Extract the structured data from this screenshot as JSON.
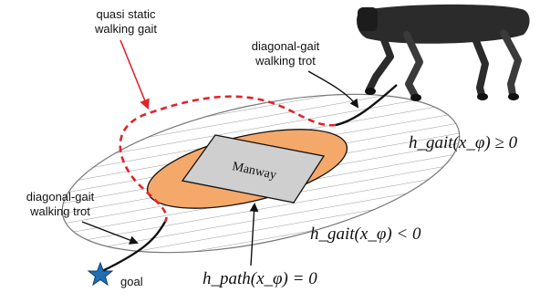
{
  "labels": {
    "quasi_static_line1": "quasi static",
    "quasi_static_line2": "walking gait",
    "trot_top_line1": "diagonal-gait",
    "trot_top_line2": "walking trot",
    "trot_left_line1": "diagonal-gait",
    "trot_left_line2": "walking trot",
    "manway": "Manway",
    "goal": "goal"
  },
  "equations": {
    "gait_ge_zero": "h_gait(x_φ) ≥ 0",
    "gait_lt_zero": "h_gait(x_φ) < 0",
    "path_eq_zero": "h_path(x_φ) = 0"
  },
  "colors": {
    "region_hatch": "#9a9a9a",
    "path_ellipse": "#f4a86a",
    "manway_fill": "#cfcfcf",
    "quasi_static_path": "#e0242a",
    "trot_path": "#111111",
    "goal_star": "#1f6fb7",
    "robot": "#2b2b2b"
  },
  "icons": {
    "goal": "star-icon",
    "robot": "quadruped-robot-icon"
  }
}
